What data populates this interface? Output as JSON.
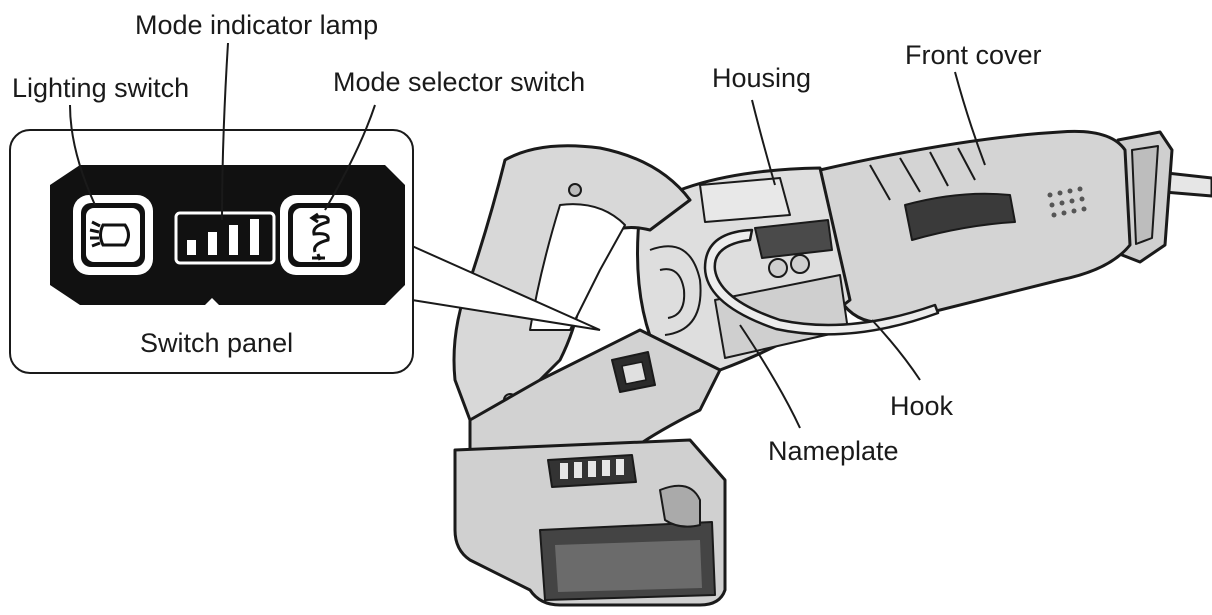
{
  "labels": {
    "mode_indicator_lamp": "Mode indicator lamp",
    "lighting_switch": "Lighting switch",
    "mode_selector_switch": "Mode selector switch",
    "housing": "Housing",
    "front_cover": "Front cover",
    "switch_panel": "Switch panel",
    "hook": "Hook",
    "nameplate": "Nameplate"
  },
  "switch_panel": {
    "indicator_segments": 4,
    "icons": [
      "light-icon",
      "mode-selector-icon"
    ]
  },
  "colors": {
    "panel": "#111111",
    "line": "#1a1a1a",
    "tool_fill": "#d9d9d9",
    "background": "#ffffff"
  }
}
